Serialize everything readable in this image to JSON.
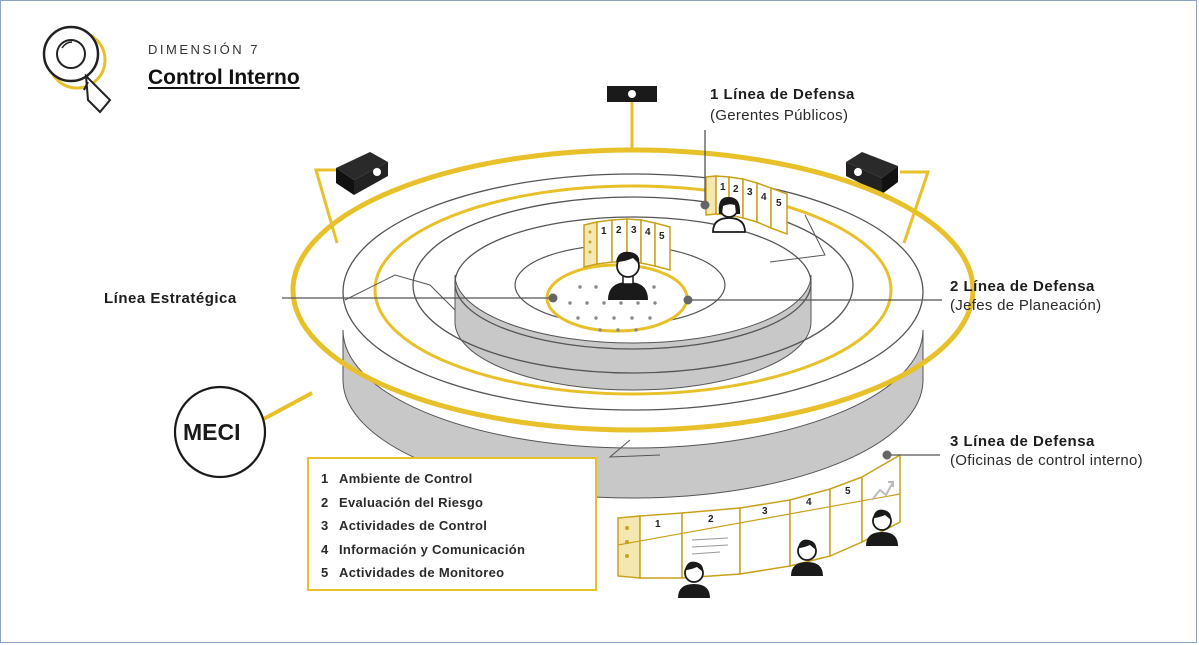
{
  "header": {
    "dimension": "DIMENSIÓN 7",
    "title": "Control Interno"
  },
  "callouts": {
    "linea_estrategica": "Línea Estratégica",
    "linea1": {
      "title": "1 Línea de Defensa",
      "sub": "(Gerentes Públicos)"
    },
    "linea2": {
      "title": "2 Línea de Defensa",
      "sub": "(Jefes de Planeación)"
    },
    "linea3": {
      "title": "3 Línea de Defensa",
      "sub": "(Oficinas de control interno)"
    }
  },
  "meci": "MECI",
  "legend": [
    {
      "num": "1",
      "label": "Ambiente de Control"
    },
    {
      "num": "2",
      "label": "Evaluación del Riesgo"
    },
    {
      "num": "3",
      "label": "Actividades de Control"
    },
    {
      "num": "4",
      "label": "Información y Comunicación"
    },
    {
      "num": "5",
      "label": "Actividades de Monitoreo"
    }
  ],
  "panel_numbers": [
    "1",
    "2",
    "3",
    "4",
    "5"
  ],
  "colors": {
    "accent": "#e8c02a",
    "gray": "#c9c9c9",
    "dark": "#1a1a1a"
  },
  "icons": [
    "magnifier-icon",
    "camera-icon",
    "projector-icon",
    "person-icon",
    "chart-icon"
  ]
}
